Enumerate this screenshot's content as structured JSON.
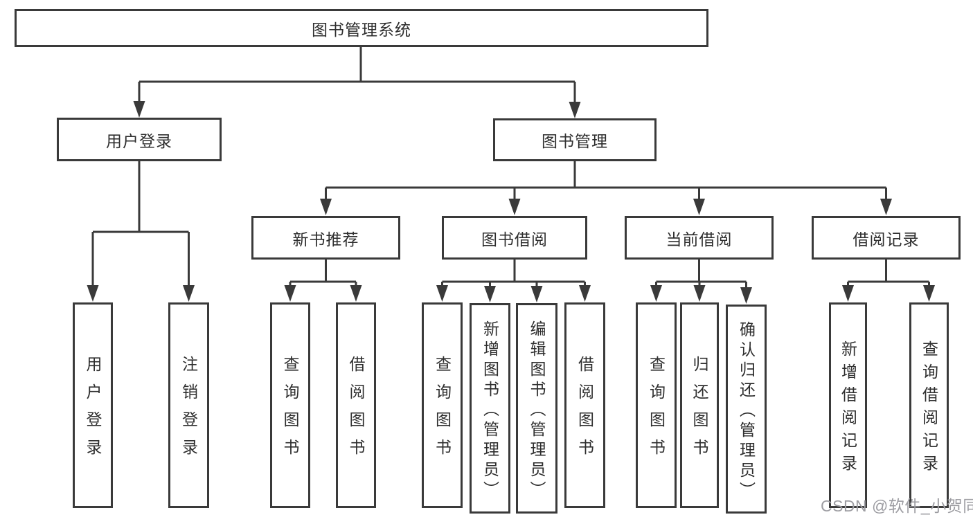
{
  "diagram": {
    "tree": {
      "root": {
        "label": "图书管理系统"
      },
      "children": [
        {
          "label": "用户登录",
          "children": [
            {
              "label": "用户登录"
            },
            {
              "label": "注销登录"
            }
          ]
        },
        {
          "label": "图书管理",
          "children": [
            {
              "label": "新书推荐",
              "children": [
                {
                  "label": "查询图书"
                },
                {
                  "label": "借阅图书"
                }
              ]
            },
            {
              "label": "图书借阅",
              "children": [
                {
                  "label": "查询图书"
                },
                {
                  "label": "新增图书（管理员）"
                },
                {
                  "label": "编辑图书（管理员）"
                },
                {
                  "label": "借阅图书"
                }
              ]
            },
            {
              "label": "当前借阅",
              "children": [
                {
                  "label": "查询图书"
                },
                {
                  "label": "归还图书"
                },
                {
                  "label": "确认归还（管理员）"
                }
              ]
            },
            {
              "label": "借阅记录",
              "children": [
                {
                  "label": "新增借阅记录"
                },
                {
                  "label": "查询借阅记录"
                }
              ]
            }
          ]
        }
      ]
    },
    "colors": {
      "line": "#3a3a3a",
      "box_border": "#3a3a3a",
      "text": "#2e2e2e",
      "background": "#ffffff",
      "watermark_text": "#9d9da2"
    }
  },
  "watermark": {
    "text": "CSDN @软件_小贺同学"
  }
}
